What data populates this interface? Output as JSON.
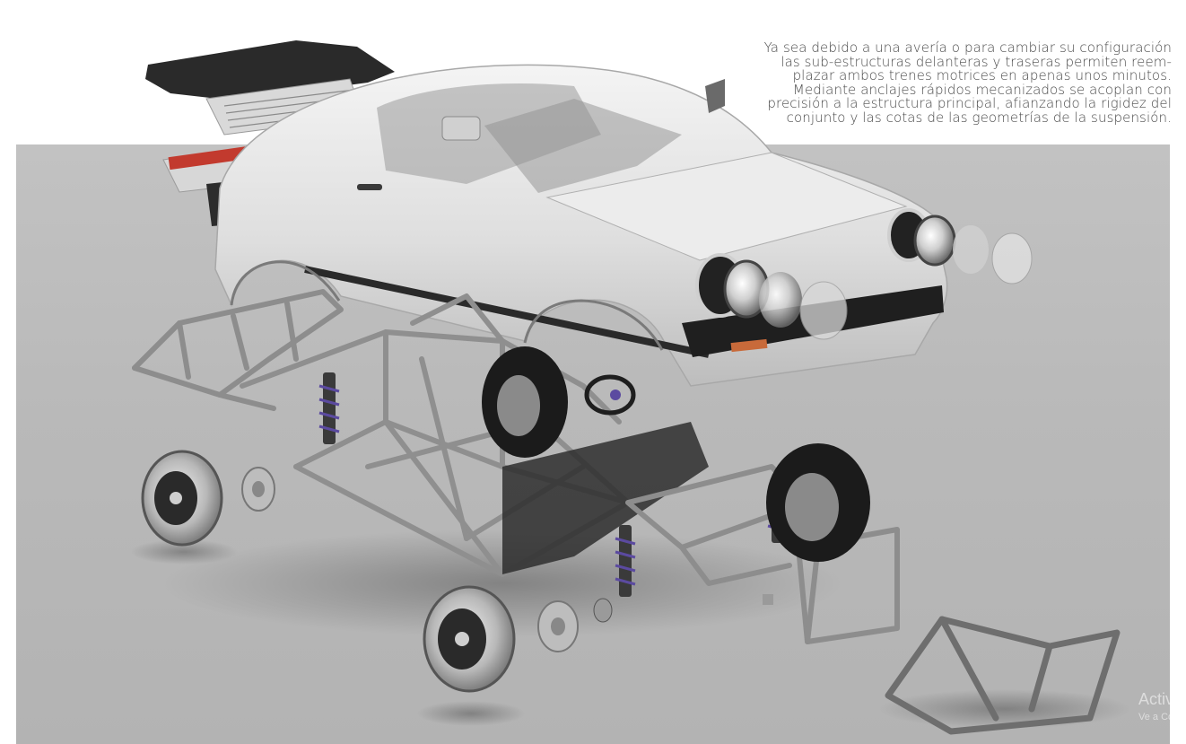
{
  "caption": {
    "lines": [
      "Ya sea debido a una avería o para cambiar su configuración",
      "las sub-estructuras delanteras y traseras permiten reem-",
      "plazar ambos trenes motrices en apenas unos minutos.",
      "Mediante anclajes rápidos mecanizados se acoplan con",
      "precisión a la estructura principal, afianzando la rigidez del",
      "conjunto y las cotas de las geometrías de la suspensión."
    ]
  },
  "watermark": {
    "line1": "Activa",
    "line2": "Ve a Co"
  },
  "colors": {
    "backdrop": "#bbbbbb",
    "body_paint": "#e9e9e9",
    "tube_steel": "#8d8d8d",
    "tire": "#1b1b1b",
    "coilover_accent": "#5b4aa0",
    "tail_light": "#c23a2e"
  },
  "illustration": {
    "subject": "exploded-view-911-tube-frame-chassis",
    "parts": [
      "rear-spoiler",
      "car-body-shell",
      "headlight-assemblies",
      "tube-frame-chassis",
      "rear-subframe",
      "front-subframe",
      "wheels",
      "brake-discs",
      "coilovers",
      "steering-wheel"
    ]
  }
}
